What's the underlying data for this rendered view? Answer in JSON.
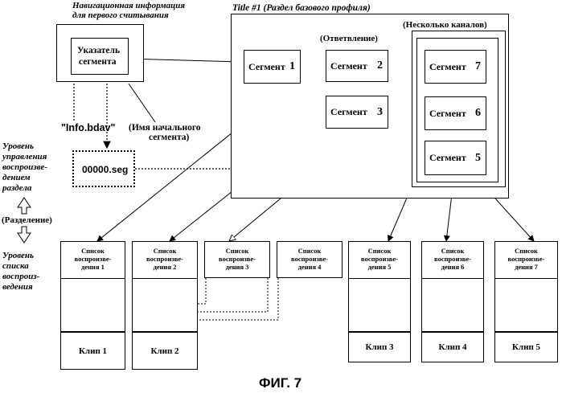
{
  "nav_info": {
    "title_line1": "Навигационная информация",
    "title_line2": "для первого считывания",
    "pointer_line1": "Указатель",
    "pointer_line2": "сегмента",
    "file_name": "\"Info.bdav\"",
    "start_name_line1": "(Имя начального",
    "start_name_line2": "сегмента)",
    "seg_file": "00000.seg"
  },
  "title_area": {
    "title": "Title #1 (Раздел базового профиля)",
    "branch": "(Ответвление)",
    "multi": "(Несколько каналов)"
  },
  "segments": [
    {
      "name": "Сегмент",
      "num": "1"
    },
    {
      "name": "Сегмент",
      "num": "2"
    },
    {
      "name": "Сегмент",
      "num": "3"
    },
    {
      "name": "Сегмент",
      "num": "7"
    },
    {
      "name": "Сегмент",
      "num": "6"
    },
    {
      "name": "Сегмент",
      "num": "5"
    }
  ],
  "levels": {
    "control_line1": "Уровень",
    "control_line2": "управления",
    "control_line3": "воспроизве-",
    "control_line4": "дением",
    "control_line5": "раздела",
    "separation": "(Разделение)",
    "list_line1": "Уровень",
    "list_line2": "списка",
    "list_line3": "воспроиз-",
    "list_line4": "ведения"
  },
  "playlists": [
    {
      "l1": "Список",
      "l2": "воспроизве-",
      "l3": "дения 1"
    },
    {
      "l1": "Список",
      "l2": "воспроизве-",
      "l3": "дения 2"
    },
    {
      "l1": "Список",
      "l2": "воспроизве-",
      "l3": "дения 3"
    },
    {
      "l1": "Список",
      "l2": "воспроизве-",
      "l3": "дения 4"
    },
    {
      "l1": "Список",
      "l2": "воспроизве-",
      "l3": "дения 5"
    },
    {
      "l1": "Список",
      "l2": "воспроизве-",
      "l3": "дения 6"
    },
    {
      "l1": "Список",
      "l2": "воспроизве-",
      "l3": "дения 7"
    }
  ],
  "clips": [
    "Клип 1",
    "Клип 2",
    "Клип 3",
    "Клип 4",
    "Клип 5"
  ],
  "caption": "ФИГ. 7"
}
